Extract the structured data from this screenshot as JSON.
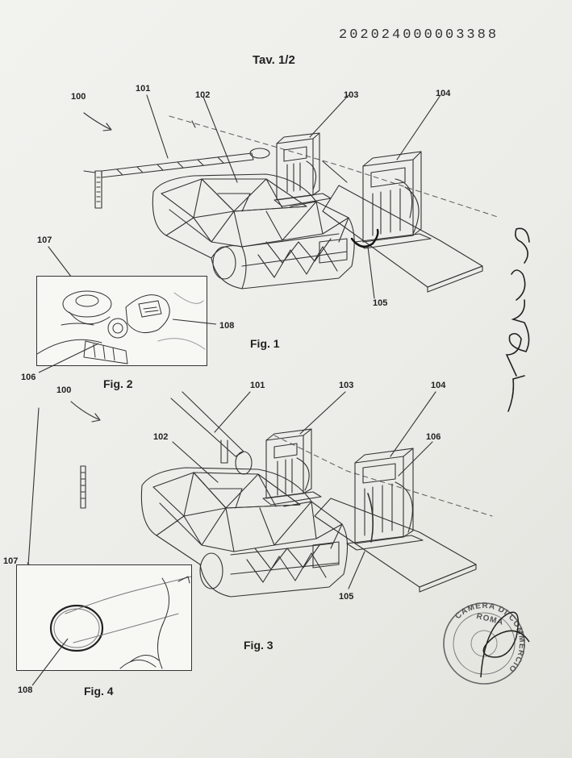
{
  "document": {
    "number": "202024000003388",
    "sheet": "Tav. 1/2"
  },
  "figures": {
    "fig1": "Fig. 1",
    "fig2": "Fig. 2",
    "fig3": "Fig. 3",
    "fig4": "Fig. 4"
  },
  "references": {
    "r100": "100",
    "r101": "101",
    "r102": "102",
    "r103": "103",
    "r104": "104",
    "r105": "105",
    "r106": "106",
    "r107": "107",
    "r108": "108"
  },
  "stamp": {
    "top_text": "ROMA",
    "ring_text": "CAMERA DI COMMERCIO"
  }
}
